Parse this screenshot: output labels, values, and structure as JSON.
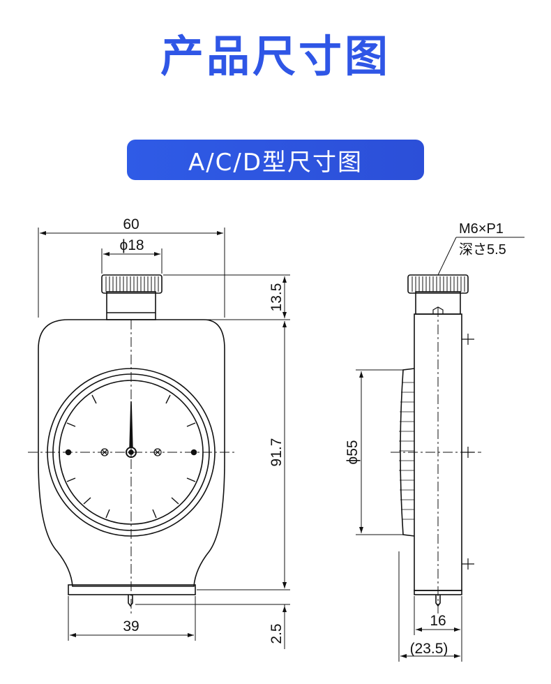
{
  "title": "产品尺寸图",
  "subtitle": "A/C/D型尺寸图",
  "dimensions": {
    "total_width": "60",
    "knob_diameter": "ϕ18",
    "knob_height": "13.5",
    "body_height": "91.7",
    "foot_width": "39",
    "pin_height": "2.5",
    "dial_diameter": "ϕ55",
    "depth_body": "16",
    "depth_total": "(23.5)",
    "thread_spec": "M6×P1",
    "thread_depth": "深さ5.5"
  },
  "colors": {
    "title": "#2f56e6",
    "pill": "#2f5be6",
    "line": "#111111"
  }
}
